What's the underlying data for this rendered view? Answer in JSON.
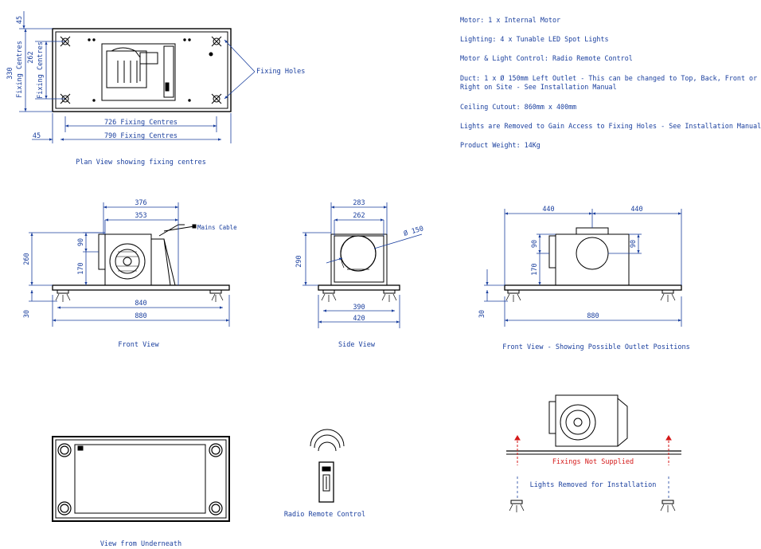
{
  "specs": {
    "motor": "Motor: 1 x Internal Motor",
    "lighting": "Lighting: 4 x Tunable LED Spot Lights",
    "control": "Motor & Light Control: Radio Remote Control",
    "duct_line1": "Duct: 1 x Ø 150mm Left Outlet - This can be changed to Top, Back, Front or",
    "duct_line2": "Right on Site - See Installation Manual",
    "cutout": "Ceiling Cutout: 860mm x 400mm",
    "lights_removed": "Lights are Removed to Gain Access to Fixing Holes - See Installation Manual",
    "weight": "Product Weight: 14Kg"
  },
  "plan": {
    "caption": "Plan View showing fixing centres",
    "dim_45_top": "45",
    "dim_330": "330",
    "label_fixing_centres_outer": "Fixing Centres",
    "dim_262": "262",
    "label_fixing_centres_inner": "Fixing Centres",
    "fixing_holes": "Fixing Holes",
    "dim_726": "726 Fixing Centres",
    "dim_790": "790 Fixing Centres",
    "dim_45_left": "45"
  },
  "front": {
    "caption": "Front View",
    "dim_376": "376",
    "dim_353": "353",
    "mains": "Mains Cable",
    "dim_90": "90",
    "dim_260": "260",
    "dim_170": "170",
    "dim_30": "30",
    "dim_840": "840",
    "dim_880": "880"
  },
  "side": {
    "caption": "Side View",
    "dim_283": "283",
    "dim_262": "262",
    "dim_150": "Ø 150",
    "dim_290": "290",
    "dim_390": "390",
    "dim_420": "420"
  },
  "outlet": {
    "caption": "Front View - Showing Possible Outlet Positions",
    "dim_440_left": "440",
    "dim_440_right": "440",
    "dim_90_left": "90",
    "dim_90_right": "90",
    "dim_170": "170",
    "dim_30": "30",
    "dim_880": "880"
  },
  "underneath": {
    "caption": "View from Underneath"
  },
  "remote": {
    "caption": "Radio Remote Control"
  },
  "install": {
    "fixings": "Fixings Not Supplied",
    "lights_removed": "Lights Removed for Installation"
  },
  "colors": {
    "line": "#000000",
    "dim": "#1a3f9e",
    "red": "#d41818"
  }
}
